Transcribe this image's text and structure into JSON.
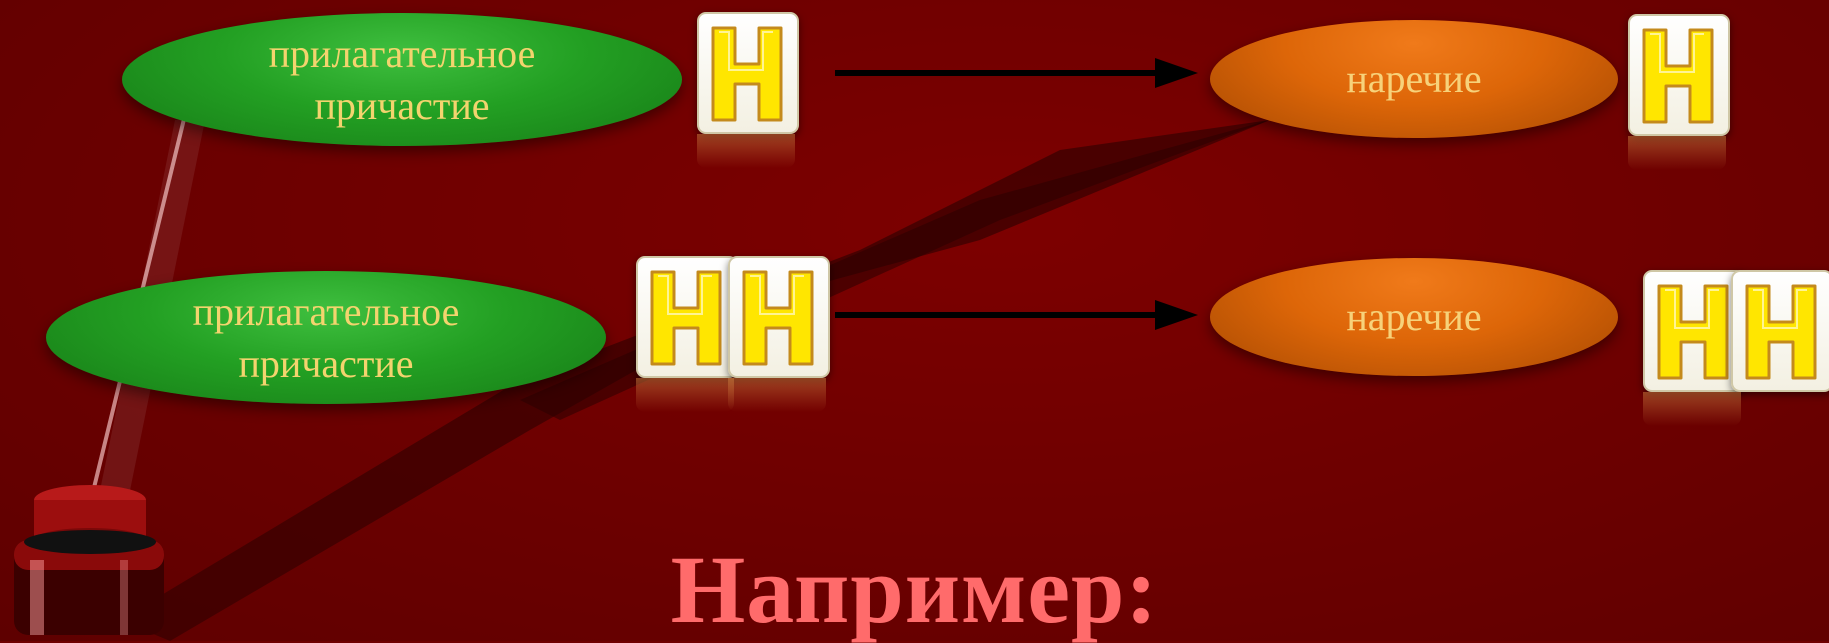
{
  "rows": [
    {
      "left_oval": {
        "line1": "прилагательное",
        "line2": "причастие"
      },
      "left_letters": "Н",
      "right_oval": {
        "text": "наречие"
      },
      "right_letters": "Н"
    },
    {
      "left_oval": {
        "line1": "прилагательное",
        "line2": "причастие"
      },
      "left_letters": "НН",
      "right_oval": {
        "text": "наречие"
      },
      "right_letters": "НН"
    }
  ],
  "heading": "Например:",
  "icons": [
    "letter-n-tile-icon",
    "arrow-right-icon",
    "quill-pen-icon",
    "inkwell-icon"
  ],
  "colors": {
    "background": "#6e0000",
    "green_oval": "#23a023",
    "orange_oval": "#dd6608",
    "oval_text": "#f3d46e",
    "heading": "#ff6b6b",
    "letter_fill": "#ffe600"
  }
}
